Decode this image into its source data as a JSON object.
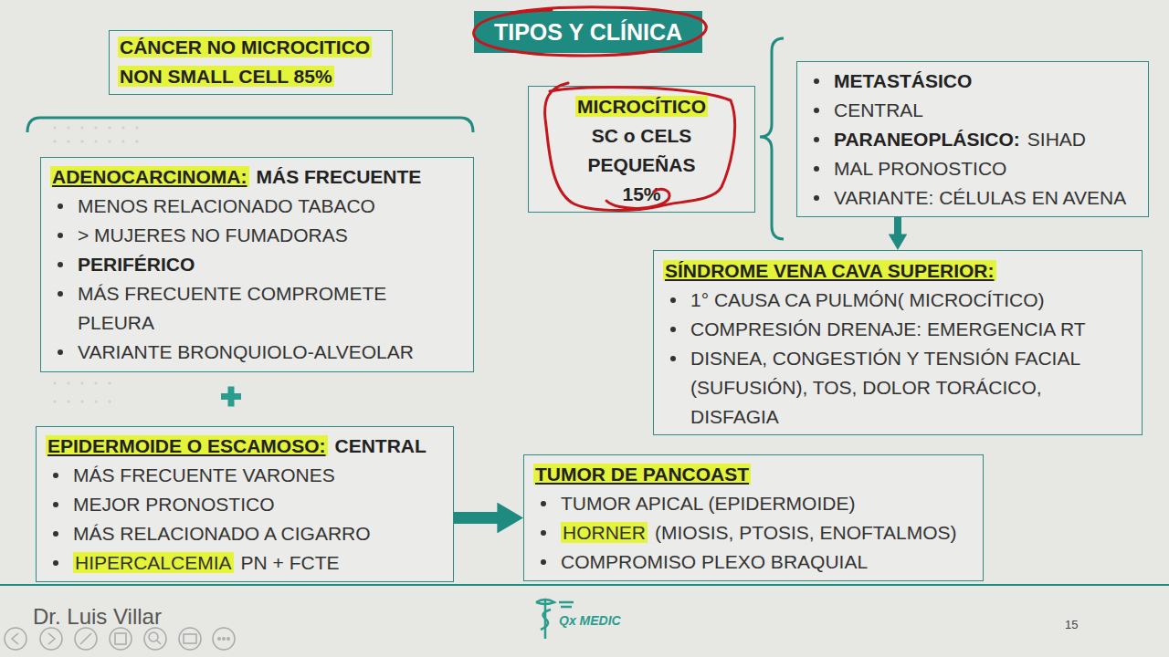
{
  "diagram": {
    "title": "TIPOS Y CLÍNICA",
    "nodes": [
      {
        "text": [
          "CÁNCER NO MICROCITICO NON SMALL CELL 85%"
        ]
      },
      {
        "text": [
          "ADENOCARCINOMA:",
          "MÁS FRECUENTE",
          "MENOS RELACIONADO TABACO",
          "> MUJERES NO FUMADORAS",
          "PERIFÉRICO",
          "MÁS FRECUENTE COMPROMETE PLEURA",
          "VARIANTE BRONQUIOLO-ALVEOLAR"
        ]
      },
      {
        "text": [
          "EPIDERMOIDE O ESCAMOSO:",
          "CENTRAL",
          "MÁS FRECUENTE VARONES",
          "MEJOR PRONOSTICO",
          "MÁS RELACIONADO A CIGARRO",
          "HIPERCALCEMIA",
          "PN + FCTE"
        ]
      },
      {
        "text": [
          "MICROCÍTICO",
          "SC o CELS PEQUEÑAS",
          "15%"
        ]
      },
      {
        "text": [
          "METASTÁSICO",
          "CENTRAL",
          "PARANEOPLÁSICO:",
          "SIHAD",
          "MAL PRONOSTICO",
          "VARIANTE: CÉLULAS EN AVENA"
        ]
      },
      {
        "text": [
          "SÍNDROME VENA CAVA SUPERIOR:",
          "1° CAUSA CA PULMÓN( MICROCÍTICO)",
          "COMPRESIÓN DRENAJE: EMERGENCIA RT",
          "DISNEA, CONGESTIÓN Y TENSIÓN FACIAL (SUFUSIÓN), TOS, DOLOR TORÁCICO, DISFAGIA"
        ]
      },
      {
        "text": [
          "TUMOR DE PANCOAST",
          "TUMOR APICAL (EPIDERMOIDE)",
          "HORNER",
          "(MIOSIS, PTOSIS, ENOFTALMOS)",
          "COMPROMISO PLEXO BRAQUIAL"
        ]
      }
    ],
    "edges": [
      {
        "from": 4,
        "to": 5,
        "arrow": "to"
      },
      {
        "from": 2,
        "to": 6,
        "arrow": "to"
      }
    ],
    "labels": [
      "Dr. Luis Villar",
      "Qx MEDIC",
      "15"
    ]
  }
}
